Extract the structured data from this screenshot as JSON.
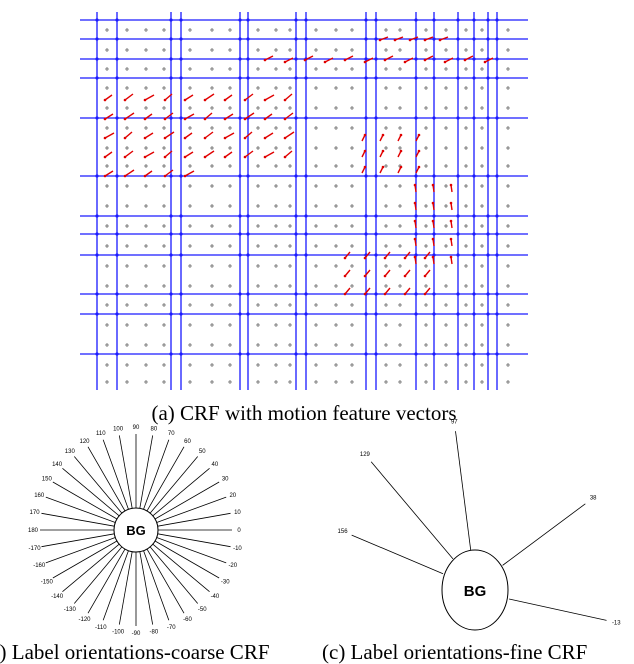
{
  "captions": {
    "a": "(a) CRF with motion feature vectors",
    "b": "(b) Label orientations-coarse CRF",
    "c": "(c) Label orientations-fine CRF"
  },
  "grid": {
    "rows": 17,
    "cols": 19
  },
  "colors": {
    "grid_line": "#1a1aff",
    "vector": "#e00000",
    "ink": "#000000"
  },
  "panel_b": {
    "center_label": "BG",
    "orientation_labels": [
      "0",
      "10",
      "20",
      "30",
      "40",
      "50",
      "60",
      "70",
      "80",
      "90",
      "100",
      "110",
      "120",
      "130",
      "140",
      "150",
      "160",
      "170",
      "180",
      "-170",
      "-160",
      "-150",
      "-140",
      "-130",
      "-120",
      "-110",
      "-100",
      "-90",
      "-80",
      "-70",
      "-60",
      "-50",
      "-40",
      "-30",
      "-20",
      "-10"
    ]
  },
  "panel_c": {
    "center_label": "BG",
    "orientations": [
      {
        "label": "97",
        "angle": 97
      },
      {
        "label": "38",
        "angle": 38
      },
      {
        "label": "-13",
        "angle": -13
      },
      {
        "label": "156",
        "angle": 156
      },
      {
        "label": "129",
        "angle": 129
      }
    ]
  }
}
